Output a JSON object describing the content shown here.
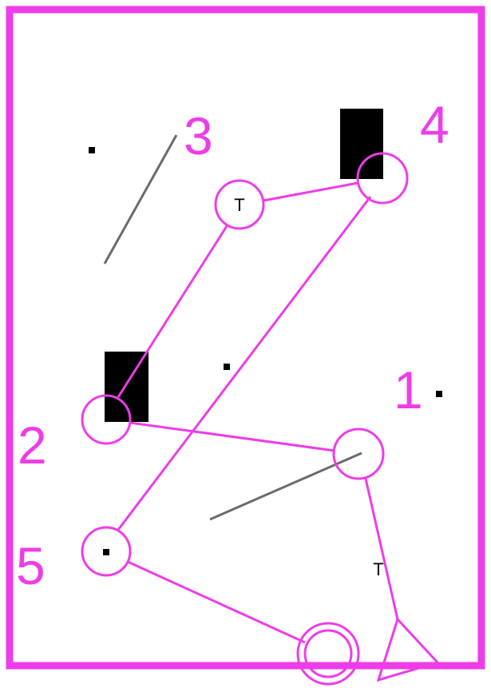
{
  "colors": {
    "accent": "#ee3ce8",
    "obstacle": "#000000",
    "line": "#6b6b6b",
    "background": "#ffffff"
  },
  "labels": {
    "n1": "1",
    "n2": "2",
    "n3": "3",
    "n4": "4",
    "n5": "5",
    "t_top": "T",
    "t_bottom": "T"
  }
}
